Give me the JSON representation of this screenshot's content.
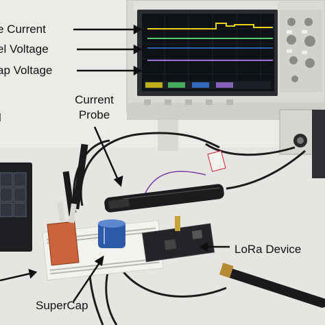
{
  "labels": {
    "line1": "e Current",
    "line2": "el Voltage",
    "line3": "ap Voltage",
    "current_probe_line1": "Current",
    "current_probe_line2": "Probe",
    "left_cut": "l",
    "lora_device": "LoRa Device",
    "supercap": "SuperCap"
  },
  "colors": {
    "trace_yellow": "#e8d21a",
    "trace_green": "#4fd06a",
    "trace_blue": "#3a7be0",
    "trace_purple": "#a070e0",
    "oscilloscope_body": "#dcdcd6",
    "screen_bg": "#101418",
    "breadboard": "#f2f2ee",
    "pcb_dark": "#222428",
    "supercap_blue": "#2d5aa8"
  }
}
